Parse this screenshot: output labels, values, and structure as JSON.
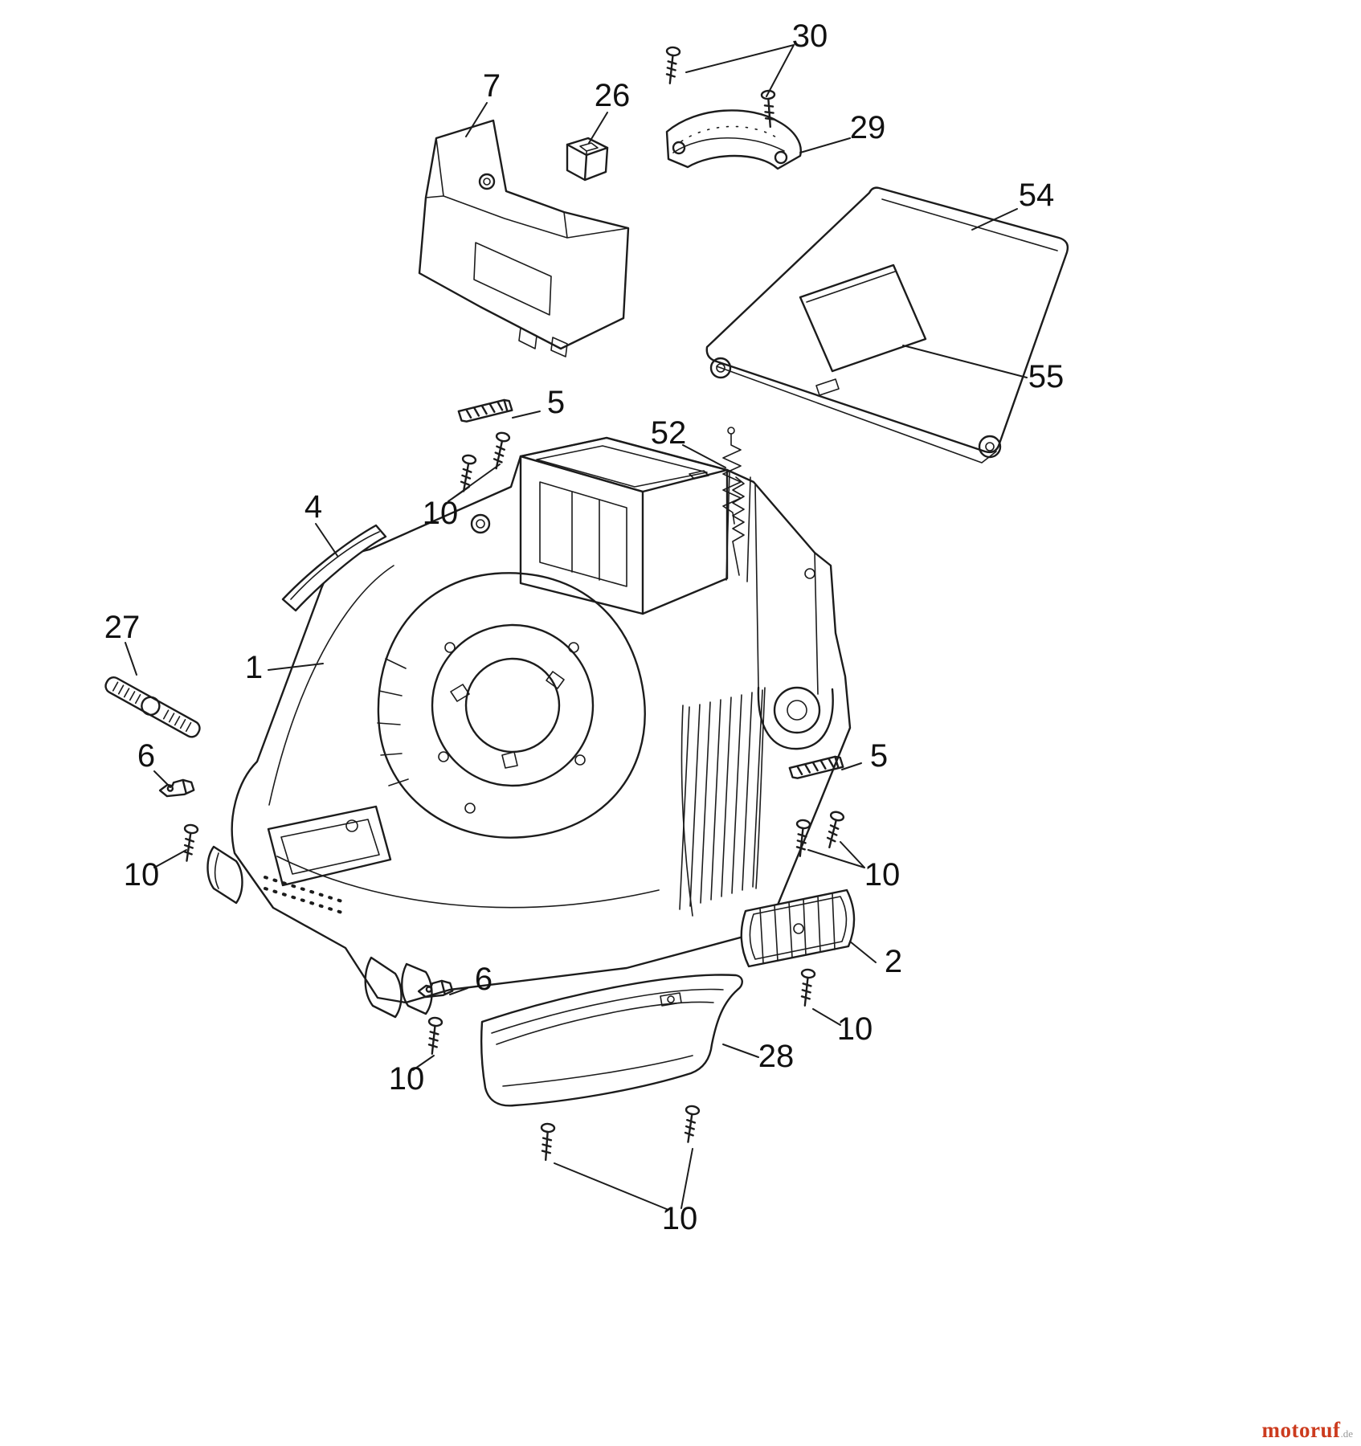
{
  "diagram": {
    "type": "exploded-parts-diagram",
    "description": "Exploded view line drawing of a lawn mower deck housing assembly with numbered part callouts",
    "line_color": "#1c1c1c",
    "label_color": "#111111",
    "part_numbers": [
      "1",
      "2",
      "4",
      "5",
      "6",
      "7",
      "10",
      "26",
      "27",
      "28",
      "29",
      "30",
      "52",
      "54",
      "55"
    ],
    "callouts": [
      "30",
      "7",
      "26",
      "29",
      "54",
      "55",
      "5",
      "52",
      "10",
      "4",
      "27",
      "1",
      "6",
      "10",
      "5",
      "10",
      "2",
      "10",
      "6",
      "10",
      "28",
      "10"
    ]
  },
  "watermark": {
    "brand": "motoruf",
    "suffix": ".de",
    "brand_color": "#cc3b1e",
    "suffix_color": "#9a9a9a"
  }
}
